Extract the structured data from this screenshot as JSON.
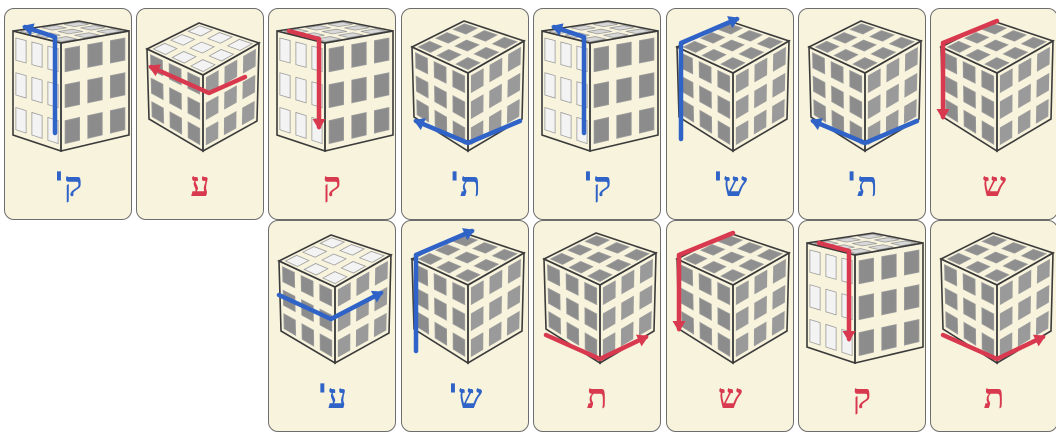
{
  "colors": {
    "blue": "#2f63c7",
    "red": "#d8394f",
    "card_bg": "#f7f3dc",
    "cube_grey": "#8c8c8c",
    "cube_white": "#f3f3f3"
  },
  "cards": [
    {
      "row": 0,
      "col": 0,
      "label": "ק'",
      "color": "blue",
      "view": "left-white",
      "arrow": "up-left"
    },
    {
      "row": 0,
      "col": 1,
      "label": "ע",
      "color": "red",
      "view": "top-white",
      "arrow": "top-left"
    },
    {
      "row": 0,
      "col": 2,
      "label": "ק",
      "color": "red",
      "view": "left-white",
      "arrow": "down-left"
    },
    {
      "row": 0,
      "col": 3,
      "label": "ת'",
      "color": "blue",
      "view": "top-grey",
      "arrow": "bottom-left"
    },
    {
      "row": 0,
      "col": 4,
      "label": "ק'",
      "color": "blue",
      "view": "left-white",
      "arrow": "up-left"
    },
    {
      "row": 0,
      "col": 5,
      "label": "ש'",
      "color": "blue",
      "view": "top-grey",
      "arrow": "up-right"
    },
    {
      "row": 0,
      "col": 6,
      "label": "ת'",
      "color": "blue",
      "view": "top-grey",
      "arrow": "bottom-left"
    },
    {
      "row": 0,
      "col": 7,
      "label": "ש",
      "color": "red",
      "view": "top-grey",
      "arrow": "down-right"
    },
    {
      "row": 1,
      "col": 2,
      "label": "ע'",
      "color": "blue",
      "view": "top-white",
      "arrow": "top-right"
    },
    {
      "row": 1,
      "col": 3,
      "label": "ש'",
      "color": "blue",
      "view": "top-grey",
      "arrow": "up-right"
    },
    {
      "row": 1,
      "col": 4,
      "label": "ת",
      "color": "red",
      "view": "top-grey",
      "arrow": "bottom-right"
    },
    {
      "row": 1,
      "col": 5,
      "label": "ש",
      "color": "red",
      "view": "top-grey",
      "arrow": "down-right"
    },
    {
      "row": 1,
      "col": 6,
      "label": "ק",
      "color": "red",
      "view": "left-white",
      "arrow": "down-left"
    },
    {
      "row": 1,
      "col": 7,
      "label": "ת",
      "color": "red",
      "view": "top-grey",
      "arrow": "bottom-right"
    }
  ]
}
